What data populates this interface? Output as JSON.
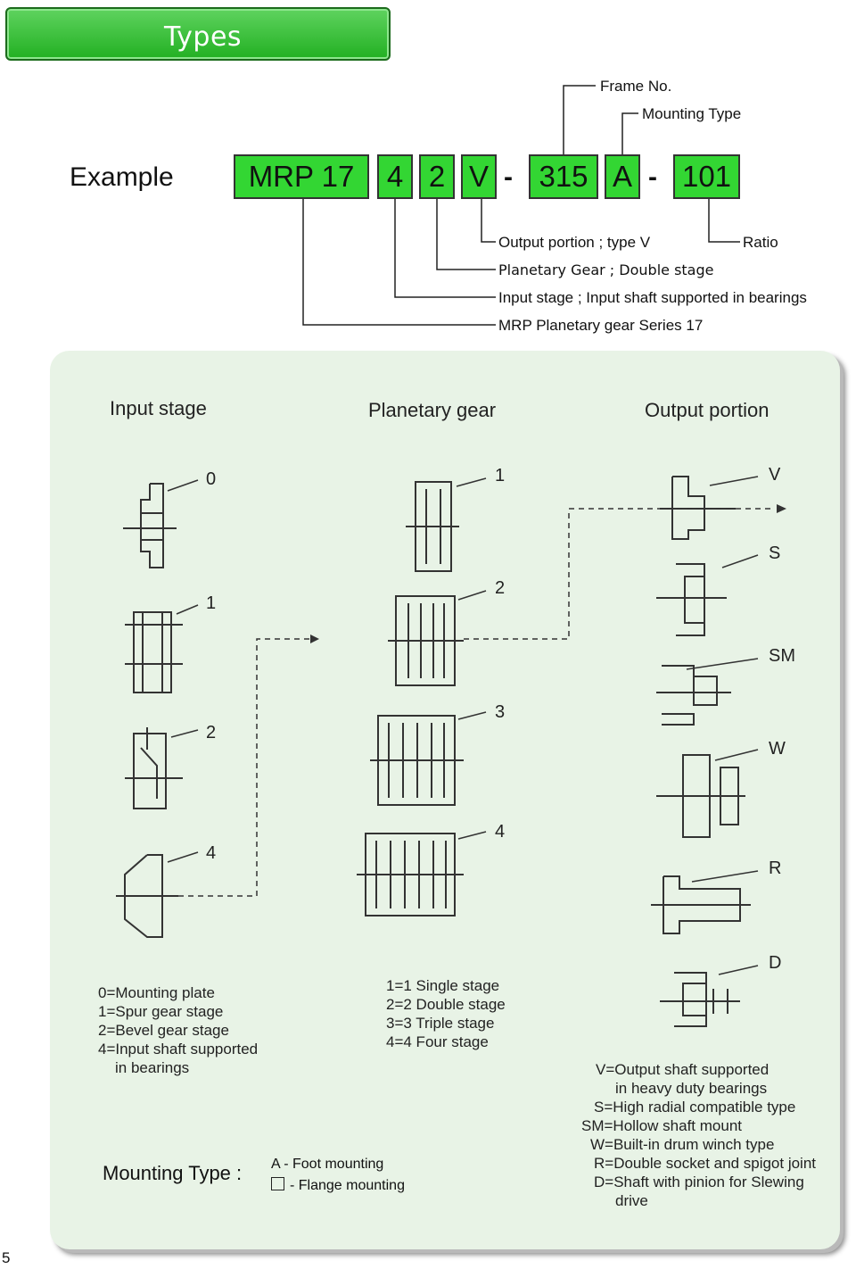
{
  "header": {
    "title": "Types"
  },
  "example": {
    "label": "Example",
    "codes": [
      "MRP 17",
      "4",
      "2",
      "V",
      "315",
      "A",
      "101"
    ],
    "dash": "-",
    "annotations": {
      "frame_no": "Frame No.",
      "mounting_type": "Mounting Type",
      "output_portion": "Output portion ; type V",
      "ratio": "Ratio",
      "planetary": "Planetary Gear ; Double stage",
      "input_stage": "Input stage ; Input shaft supported in bearings",
      "series": "MRP Planetary gear Series 17"
    }
  },
  "diagram": {
    "columns": [
      "Input stage",
      "Planetary gear",
      "Output portion"
    ],
    "input_numbers": [
      "0",
      "1",
      "2",
      "4"
    ],
    "planetary_numbers": [
      "1",
      "2",
      "3",
      "4"
    ],
    "output_letters": [
      "V",
      "S",
      "SM",
      "W",
      "R",
      "D"
    ],
    "input_legend": [
      "0=Mounting plate",
      "1=Spur gear stage",
      "2=Bevel gear stage",
      "4=Input shaft supported",
      "in bearings"
    ],
    "planetary_legend": [
      "1=1 Single stage",
      "2=2 Double stage",
      "3=3 Triple stage",
      "4=4 Four stage"
    ],
    "output_legend": [
      "V=Output shaft supported",
      "in heavy duty bearings",
      "S=High radial compatible type",
      "SM=Hollow shaft mount",
      "W=Built-in drum winch type",
      "R=Double socket and spigot joint",
      "D=Shaft with pinion for Slewing",
      "drive"
    ],
    "mounting_type": {
      "label": "Mounting Type :",
      "foot": "A  -  Foot mounting",
      "flange": "-  Flange mounting"
    }
  },
  "page_number": "5"
}
